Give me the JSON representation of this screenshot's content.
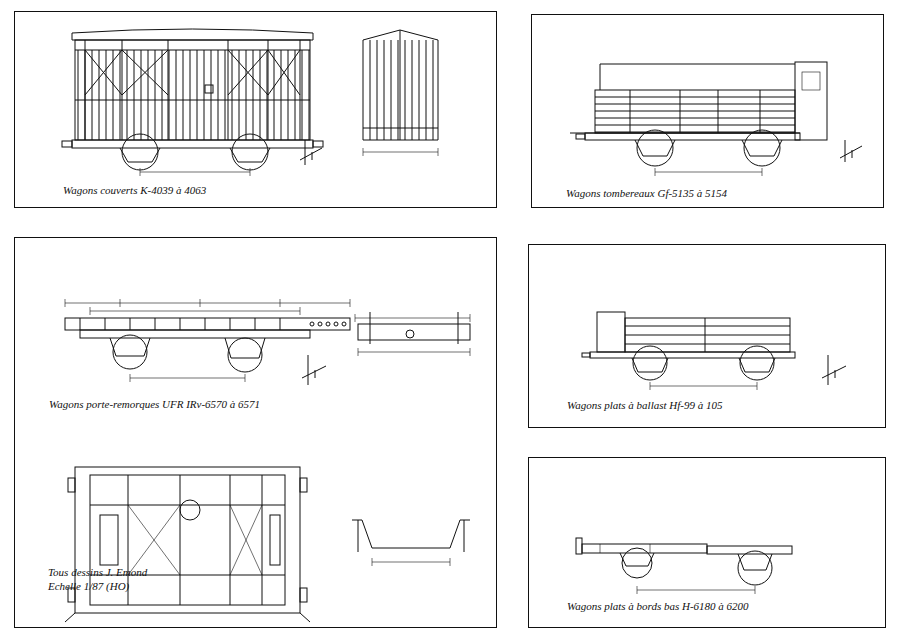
{
  "diagram": {
    "nodes": [
      {
        "text": [
          "Wagons couverts K-4039 à 4063"
        ]
      },
      {
        "text": [
          "Wagons tombereaux Gf-5135 à 5154"
        ]
      },
      {
        "text": [
          "Wagons porte-remorques UFR IRv-6570 à 6571"
        ]
      },
      {
        "text": [
          "Wagons plats à ballast Hf-99 à 105"
        ]
      },
      {
        "text": [
          "Wagons plats à bords bas H-6180 à 6200"
        ]
      }
    ],
    "labels": [
      "Tous dessins J. Emond Echelle 1/87 (HO)"
    ]
  }
}
